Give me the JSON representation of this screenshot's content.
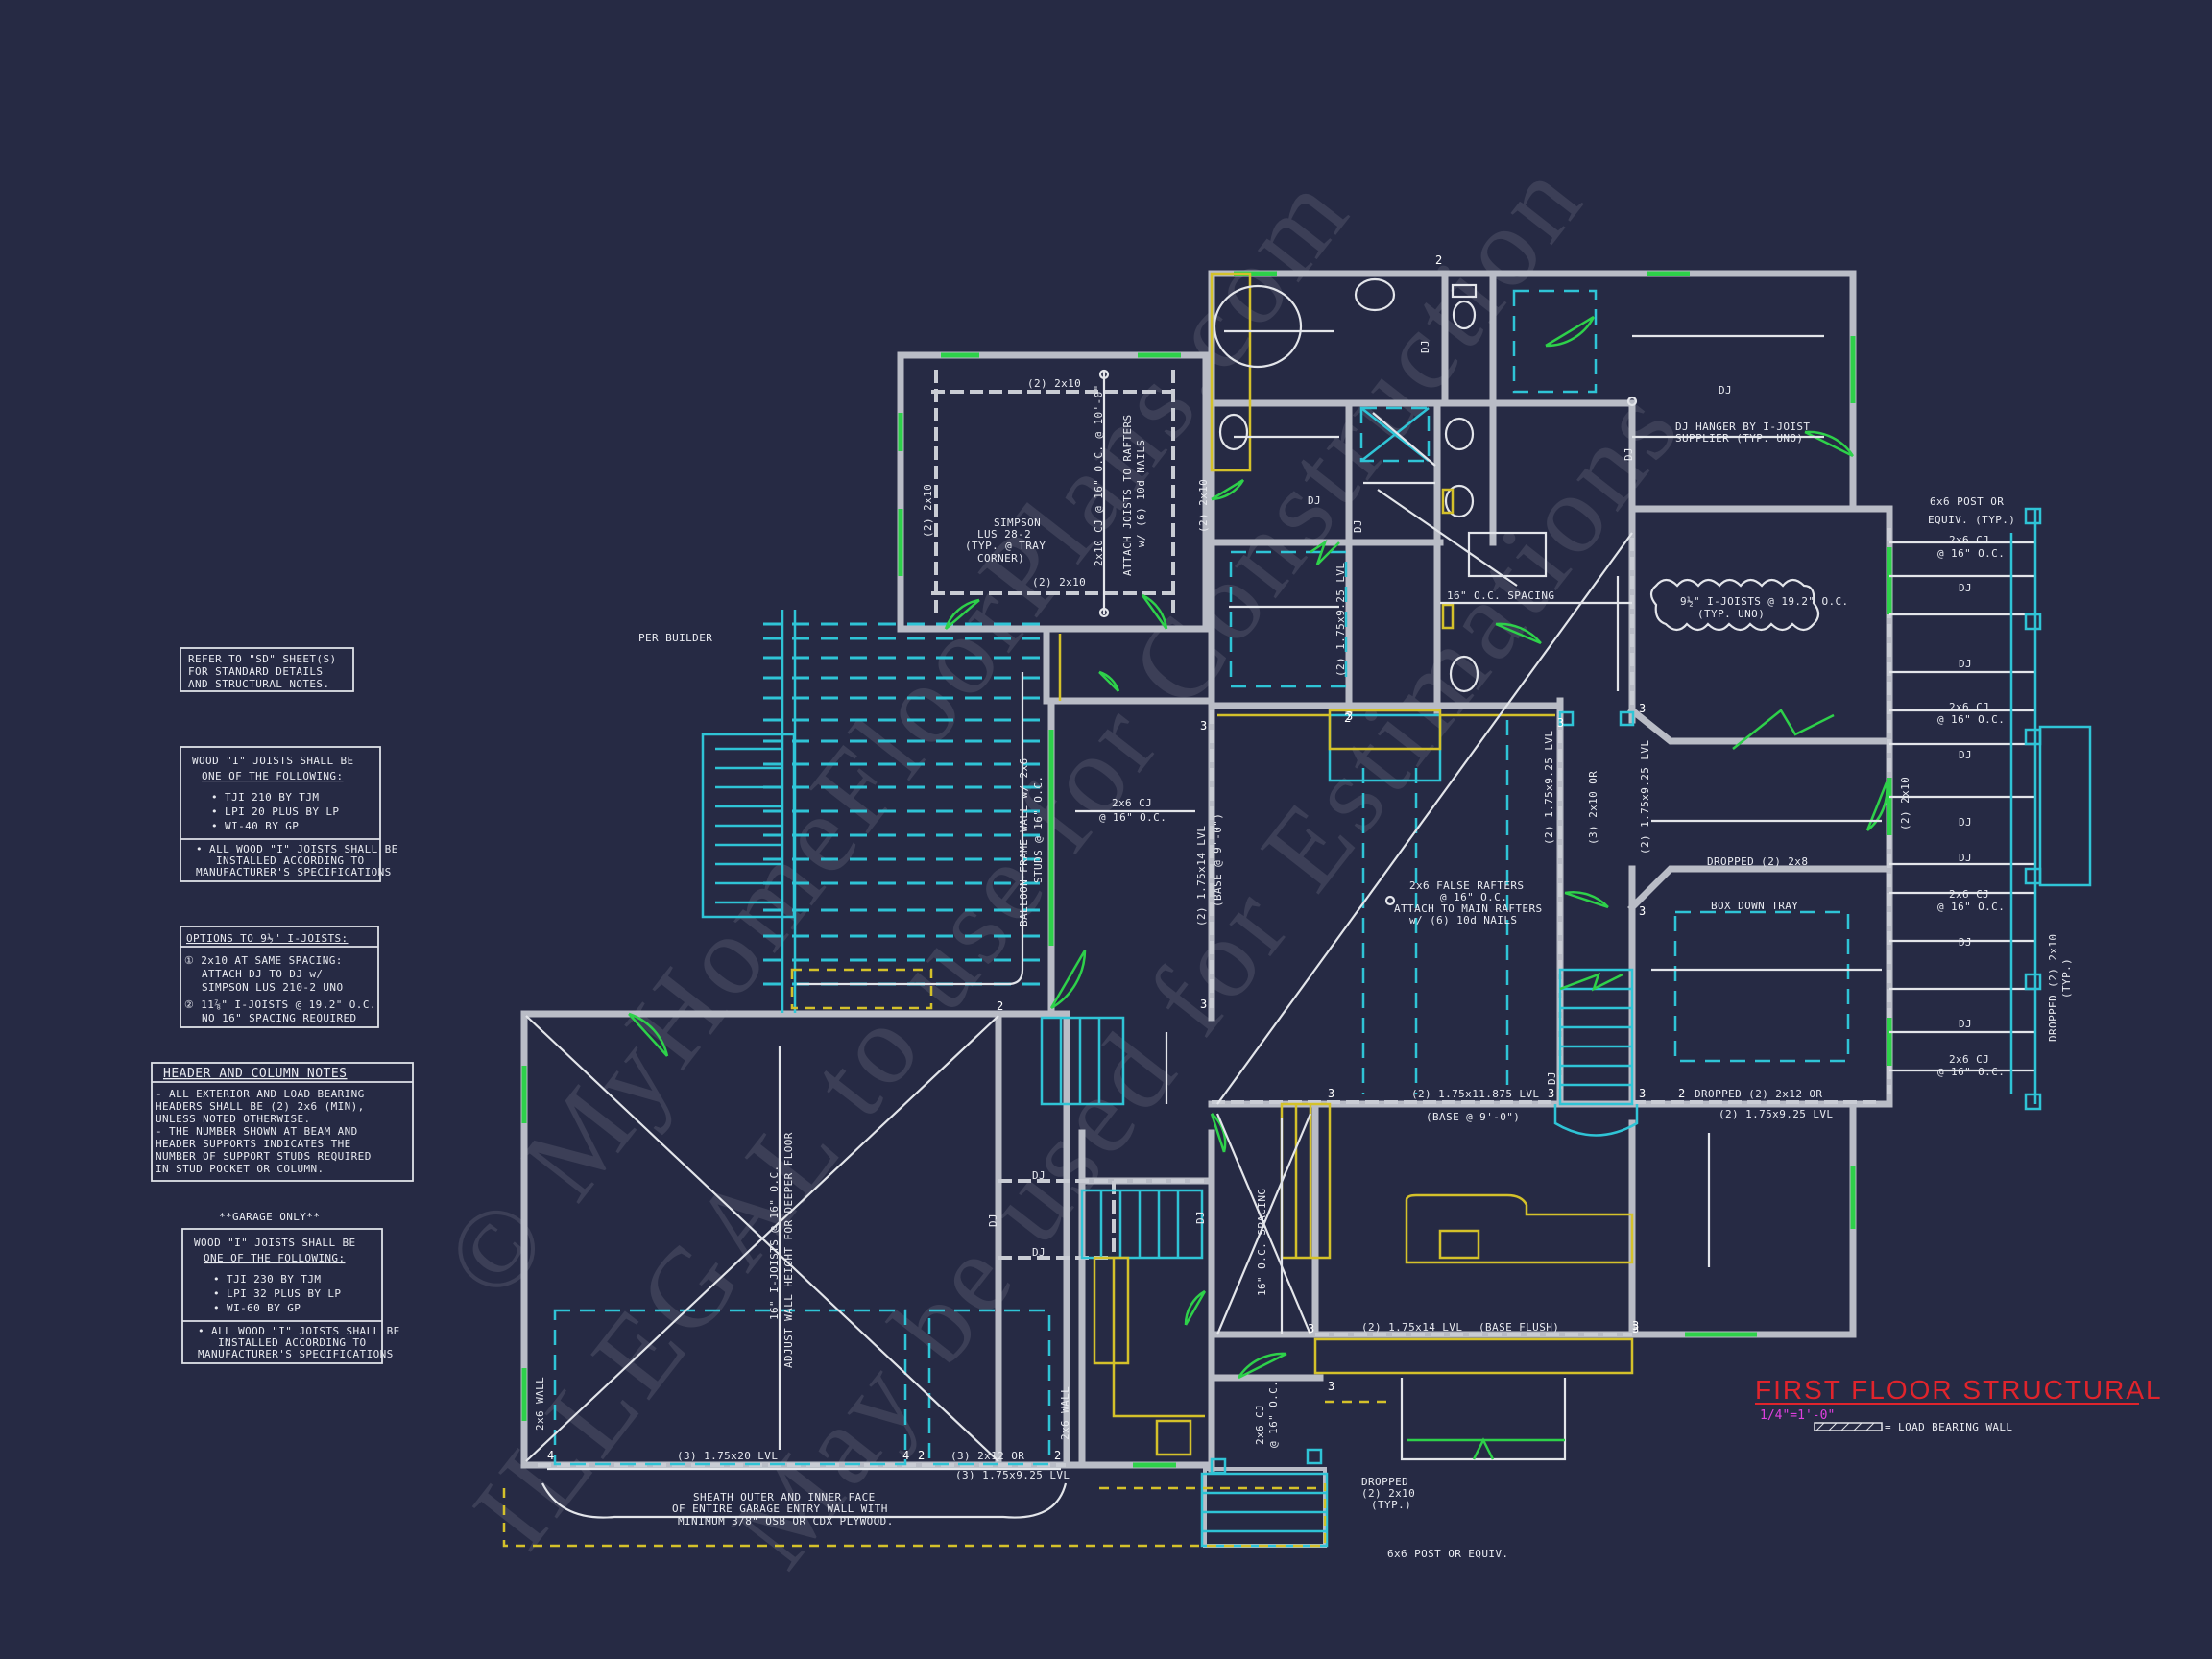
{
  "drawing": {
    "title": "FIRST FLOOR STRUCTURAL",
    "scale": "1/4\"=1'-0\"",
    "legend_label": "= LOAD BEARING WALL",
    "watermark_1": "© MyHomeFloorPlans.com",
    "watermark_2": "ILLEGAL to use for Construction",
    "watermark_3": "May be used for Estimations",
    "colors": {
      "background": "#262a44",
      "wall": "#b9bcc6",
      "window": "#2ed14a",
      "joist": "#2fc4d6",
      "title": "#e0242c",
      "scale": "#e040e0"
    }
  },
  "notes": {
    "refer": [
      "REFER TO \"SD\" SHEET(S)",
      "FOR STANDARD DETAILS",
      "AND STRUCTURAL NOTES."
    ],
    "wood_ijoists": {
      "heading": [
        "WOOD \"I\" JOISTS SHALL BE",
        "ONE OF THE FOLLOWING:"
      ],
      "items": [
        "• TJI 210 BY TJM",
        "• LPI 20 PLUS BY LP",
        "• WI-40 BY GP"
      ],
      "footer": [
        "• ALL WOOD \"I\" JOISTS SHALL BE",
        "INSTALLED ACCORDING TO",
        "MANUFACTURER'S SPECIFICATIONS"
      ]
    },
    "options": {
      "heading": "OPTIONS TO 9½\" I-JOISTS:",
      "opt1": [
        "① 2x10 AT SAME SPACING:",
        "ATTACH DJ TO DJ w/",
        "SIMPSON LUS 210-2 UNO"
      ],
      "opt2": [
        "② 11⅞\" I-JOISTS @ 19.2\" O.C.",
        "NO 16\" SPACING REQUIRED"
      ]
    },
    "header_column": {
      "heading": "HEADER AND COLUMN NOTES",
      "lines": [
        "- ALL EXTERIOR AND LOAD BEARING",
        "HEADERS SHALL BE (2) 2x6 (MIN),",
        "UNLESS NOTED OTHERWISE.",
        "- THE NUMBER SHOWN AT BEAM AND",
        "HEADER SUPPORTS INDICATES THE",
        "NUMBER OF SUPPORT STUDS REQUIRED",
        "IN STUD POCKET OR COLUMN."
      ]
    },
    "garage_only": "**GARAGE ONLY**",
    "garage_joists": {
      "heading": [
        "WOOD \"I\" JOISTS SHALL BE",
        "ONE OF THE FOLLOWING:"
      ],
      "items": [
        "• TJI 230 BY TJM",
        "• LPI 32 PLUS BY LP",
        "• WI-60 BY GP"
      ],
      "footer": [
        "• ALL WOOD \"I\" JOISTS SHALL BE",
        "INSTALLED ACCORDING TO",
        "MANUFACTURER'S SPECIFICATIONS"
      ]
    }
  },
  "labels": {
    "per_builder": "PER BUILDER",
    "bedroom_header_top": "(2) 2x10",
    "bedroom_header_bot": "(2) 2x10",
    "bedroom_left": "(2) 2x10",
    "bedroom_right": "(2) 2x10",
    "simpson": [
      "SIMPSON",
      "LUS 28-2",
      "(TYP. @ TRAY",
      "CORNER)"
    ],
    "cj_16": "2x10 CJ @ 16\" O.C. @ 10'-0\"",
    "attach_rafters": [
      "ATTACH JOISTS TO RAFTERS",
      "w/ (6) 10d NAILS"
    ],
    "balloon": [
      "BALLOON FRAME WALL w/ 2x6",
      "STUDS @ 16\" O.C."
    ],
    "cj_2x6_a": [
      "2x6 CJ",
      "@ 16\" O.C."
    ],
    "lvl_175x14": "(2) 1.75x14 LVL",
    "base_9": "(BASE @ 9'-0\")",
    "lvl_175x925": "(2) 1.75x9.25 LVL",
    "spacing_16": "16\" O.C. SPACING",
    "dj": "DJ",
    "dj_hanger": [
      "DJ HANGER BY I-JOIST",
      "SUPPLIER (TYP. UNO)"
    ],
    "post_6x6": [
      "6x6 POST OR",
      "EQUIV. (TYP.)"
    ],
    "cj_2x6_b": [
      "2x6 CJ",
      "@ 16\" O.C."
    ],
    "ijoists_192": [
      "9½\" I-JOISTS @ 19.2\" O.C.",
      "(TYP. UNO)"
    ],
    "lvl_2x10_or": "(3) 2x10 OR",
    "lvl_175x925_b": "(2) 1.75x9.25 LVL",
    "cj_2x10": "(2) 2x10",
    "dropped_2x8": "DROPPED (2) 2x8",
    "box_down": "BOX DOWN TRAY",
    "false_rafters": [
      "2x6 FALSE RAFTERS",
      "@ 16\" O.C.",
      "ATTACH TO MAIN RAFTERS",
      "w/ (6) 10d NAILS"
    ],
    "lvl_11875": "(2) 1.75x11.875 LVL",
    "base_9_b": "(BASE @ 9'-0\")",
    "dropped_2x12": "DROPPED (2) 2x12 OR",
    "lvl_175x925_c": "(2) 1.75x9.25 LVL",
    "dropped_right": "DROPPED (2) 2x10",
    "typ": "(TYP.)",
    "ijoists_garage": "16\" I-JOISTS @ 16\" O.C.",
    "adjust_wall": "ADJUST WALL HEIGHT FOR DEEPER FLOOR",
    "wall_2x6": "2x6 WALL",
    "lvl_175x20": "(3) 1.75x20 LVL",
    "or_2x12": "(3) 2x12 OR",
    "lvl_175x925_d": "(3) 1.75x9.25 LVL",
    "sheath": [
      "SHEATH OUTER AND INNER FACE",
      "OF ENTIRE GARAGE ENTRY WALL WITH",
      "MINIMUM 3/8\" OSB OR CDX PLYWOOD."
    ],
    "oc_spacing": "16\" O.C. SPACING",
    "cj_2x6_c": [
      "2x6 CJ",
      "@ 16\" O.C."
    ],
    "lvl_175x14_b": "(2) 1.75x14 LVL",
    "base_flush": "(BASE FLUSH)",
    "dropped_low": [
      "DROPPED",
      "(2) 2x10",
      "(TYP.)"
    ],
    "post_6x6_b": "6x6 POST OR EQUIV."
  },
  "support_numbers": [
    "2",
    "3",
    "3",
    "3",
    "3",
    "3",
    "3",
    "3",
    "3",
    "2",
    "2",
    "3",
    "3",
    "3",
    "4",
    "4",
    "2",
    "3",
    "3",
    "2",
    "2"
  ]
}
